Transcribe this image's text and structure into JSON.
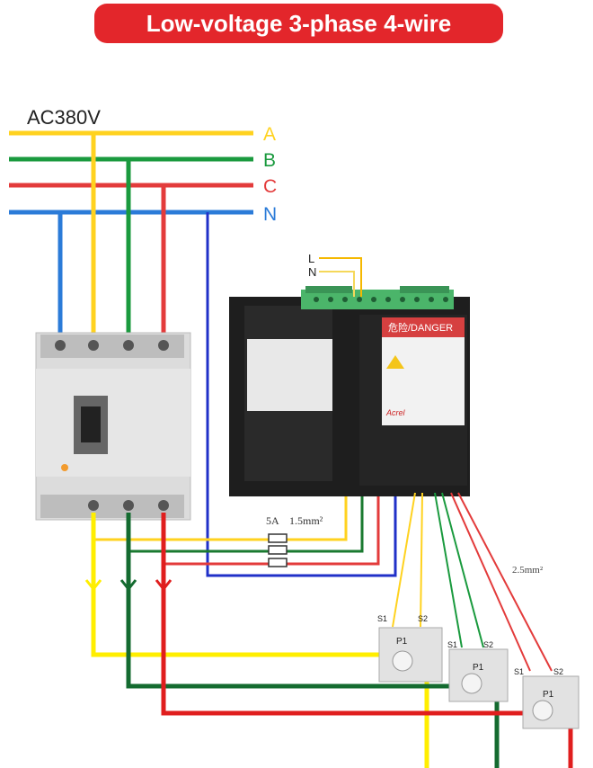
{
  "title": "Low-voltage 3-phase 4-wire",
  "voltage": "AC380V",
  "phases": [
    {
      "label": "A",
      "color": "#ffd21f"
    },
    {
      "label": "B",
      "color": "#1a9a3e"
    },
    {
      "label": "C",
      "color": "#e33b3b"
    },
    {
      "label": "N",
      "color": "#2b7bd8"
    }
  ],
  "supply": {
    "l_label": "L",
    "n_label": "N"
  },
  "fuse_note": {
    "current": "5A",
    "cross_section": "1.5mm²"
  },
  "ct_wire": "2.5mm²",
  "ct_labels": {
    "s1": "S1",
    "s2": "S2",
    "p1": "P1"
  },
  "danger_label": "危险/DANGER",
  "brand": "Acrel"
}
